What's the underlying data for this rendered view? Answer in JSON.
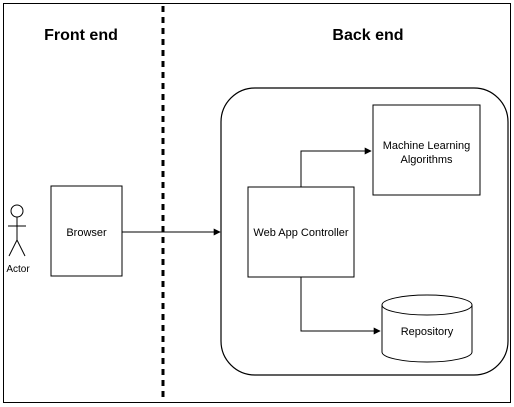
{
  "diagram": {
    "headings": {
      "front_end": "Front end",
      "back_end": "Back end"
    },
    "nodes": {
      "actor": "Actor",
      "browser": "Browser",
      "web_app_controller": "Web App Controller",
      "ml_algorithms_line1": "Machine Learning",
      "ml_algorithms_line2": "Algorithms",
      "repository": "Repository"
    },
    "colors": {
      "stroke": "#000000",
      "background": "#ffffff"
    }
  }
}
